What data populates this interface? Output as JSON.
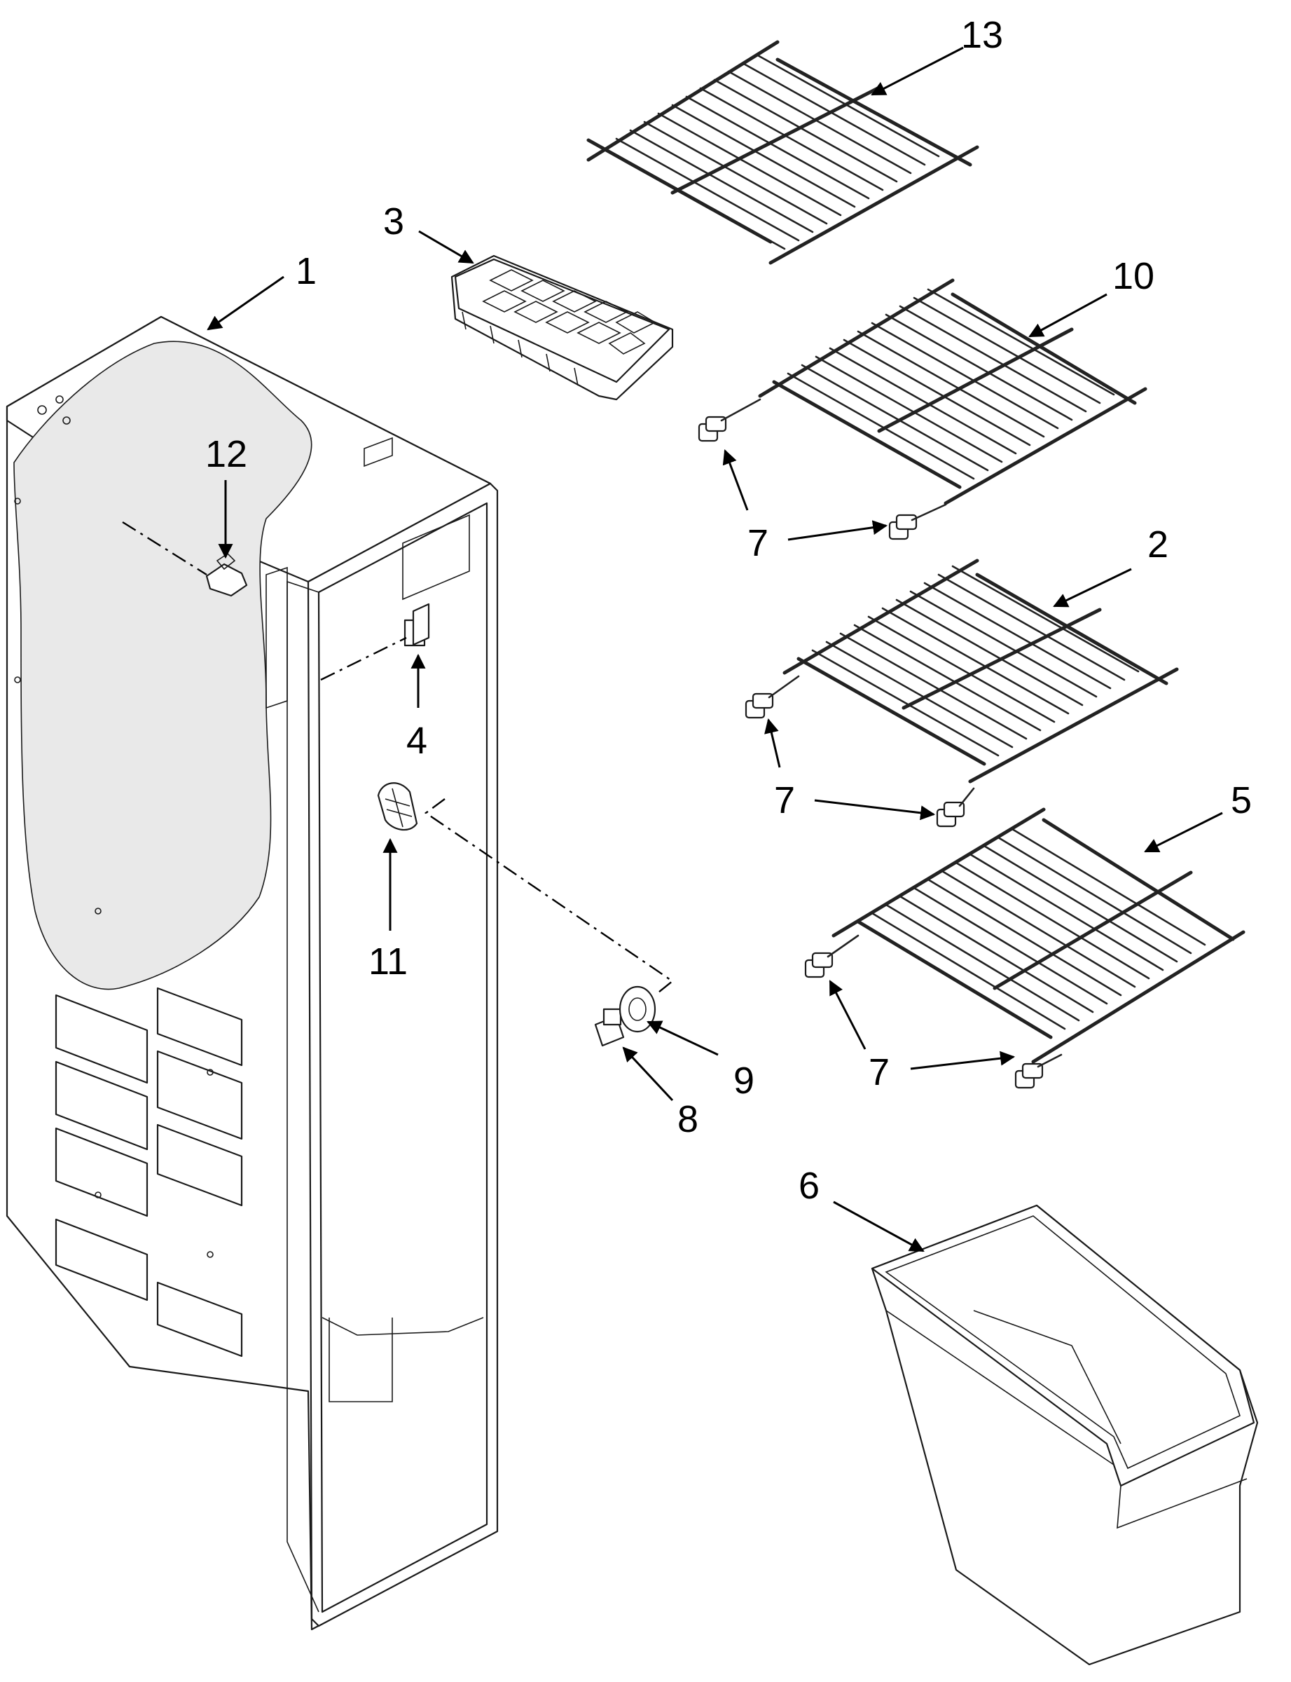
{
  "callouts": {
    "c1": "1",
    "c2": "2",
    "c3": "3",
    "c4": "4",
    "c5": "5",
    "c6": "6",
    "c7a": "7",
    "c7b": "7",
    "c7c": "7",
    "c8": "8",
    "c9": "9",
    "c10": "10",
    "c11": "11",
    "c12": "12",
    "c13": "13"
  },
  "colors": {
    "line": "#1a1a1a",
    "background": "#ffffff"
  }
}
